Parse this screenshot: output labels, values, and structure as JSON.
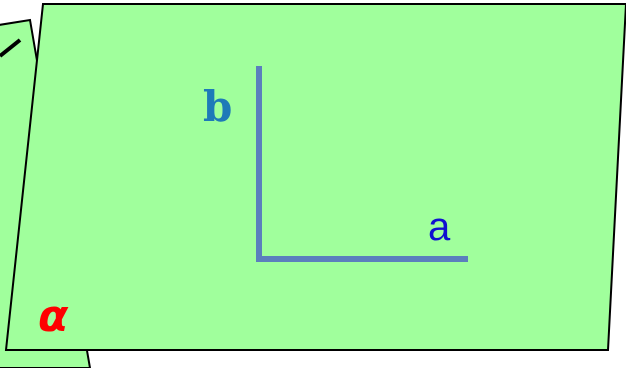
{
  "diagram": {
    "labels": {
      "b": "b",
      "a": "a",
      "plane": "α"
    },
    "colors": {
      "background": "#ffffff",
      "plane_fill": "#a0ff9c",
      "plane_stroke": "#000000",
      "line_color": "#5b7fbd",
      "label_b": "#1e7ab8",
      "label_a": "#1010d0",
      "label_plane": "#ff0000"
    }
  }
}
